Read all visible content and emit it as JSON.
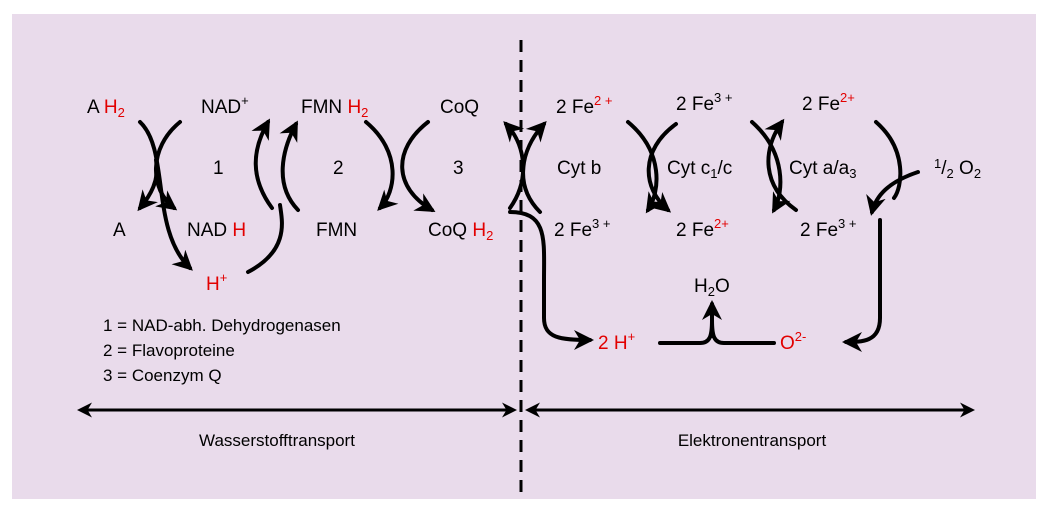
{
  "colors": {
    "background": "#e9dbeb",
    "page": "#ffffff",
    "black": "#000000",
    "red": "#e20000"
  },
  "top_row": {
    "a_h2_prefix": "A ",
    "a_h2_red": "H",
    "a_h2_sub": "2",
    "nad_plus_base": "NAD",
    "nad_plus_sup": "+",
    "fmn_h2_base": "FMN ",
    "fmn_h2_red": "H",
    "fmn_h2_sub": "2",
    "coq": "CoQ",
    "fe2_1_base": "2 Fe",
    "fe2_1_sup": "2 +",
    "fe3_1_base": "2 Fe",
    "fe3_1_sup": "3 +",
    "fe2_2_base": "2 Fe",
    "fe2_2_sup": "2+"
  },
  "middle_row": {
    "enzyme_1": "1",
    "enzyme_2": "2",
    "enzyme_3": "3",
    "cyt_b": "Cyt b",
    "cyt_c_base": "Cyt c",
    "cyt_c_sub": "1",
    "cyt_c_suffix": "/c",
    "cyt_a_base": "Cyt a/a",
    "cyt_a_sub": "3",
    "oxygen_frac_num": "1",
    "oxygen_frac_den": "2",
    "oxygen_o": "O",
    "oxygen_sub": "2"
  },
  "bottom_row": {
    "a": "A",
    "nadh_base": "NAD ",
    "nadh_red": "H",
    "fmn": "FMN",
    "coqh2_base": "CoQ ",
    "coqh2_red": "H",
    "coqh2_sub": "2",
    "fe3_1_base": "2 Fe",
    "fe3_1_sup": "3 +",
    "fe2_base": "2 Fe",
    "fe2_sup": "2+",
    "fe3_2_base": "2 Fe",
    "fe3_2_sup": "3 +"
  },
  "protons": {
    "h_plus_base": "H",
    "h_plus_sup": "+",
    "two_h_plus_base": "2 H",
    "two_h_plus_sup": "+"
  },
  "products": {
    "water_h": "H",
    "water_sub": "2",
    "water_o": "O",
    "oxide_base": "O",
    "oxide_sup": "2-"
  },
  "legend": [
    "1 = NAD-abh. Dehydrogenasen",
    "2 = Flavoproteine",
    "3 = Coenzym Q"
  ],
  "sections": {
    "left_label": "Wasserstofftransport",
    "right_label": "Elektronentransport"
  }
}
